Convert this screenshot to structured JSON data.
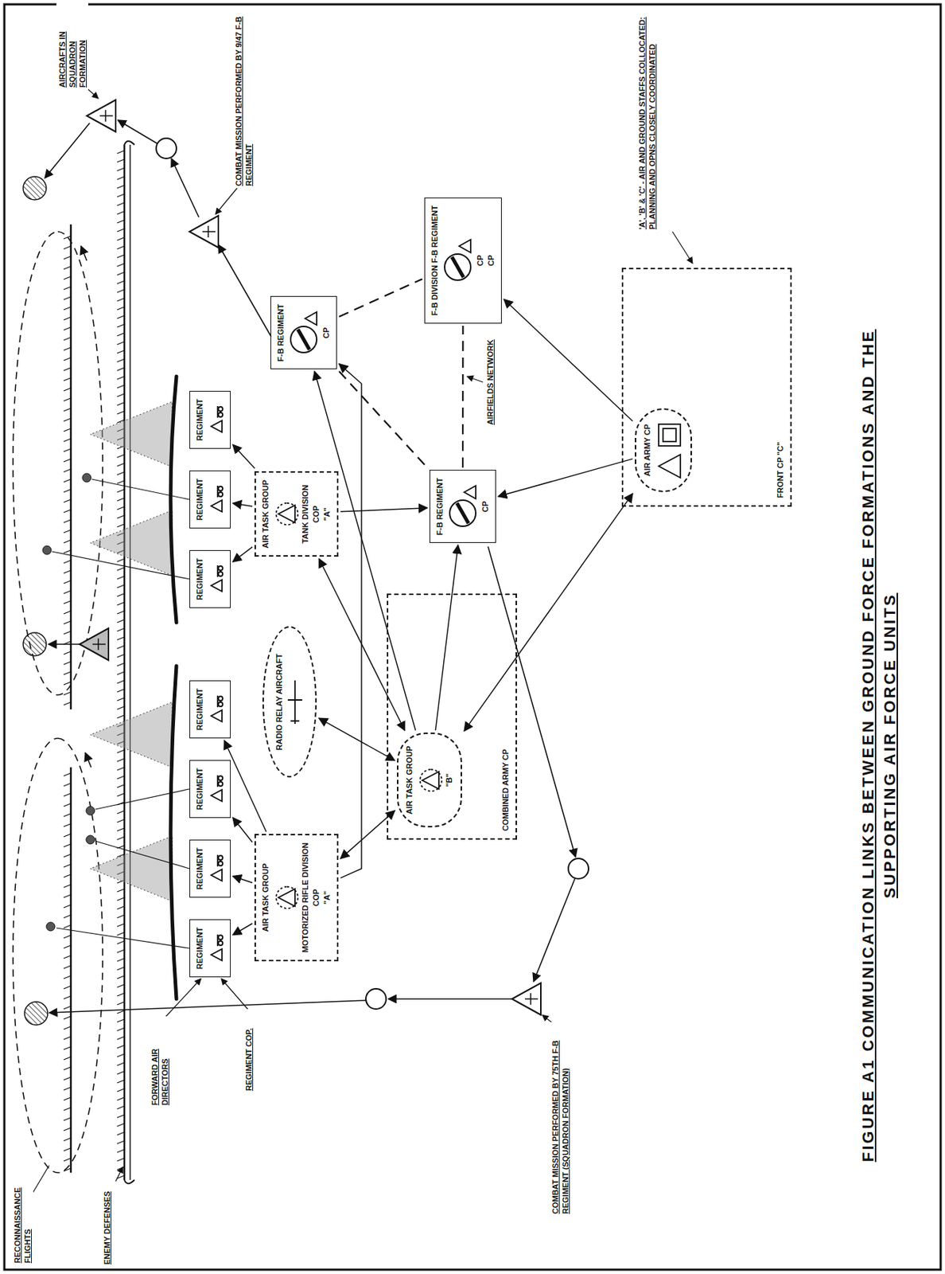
{
  "diagram": {
    "title": "FIGURE A1 COMMUNICATION LINKS BETWEEN GROUND FORCE FORMATIONS AND THE SUPPORTING AIR FORCE UNITS",
    "nodes": [
      {
        "text": [
          "FRONT CP \"C\""
        ]
      },
      {
        "text": [
          "AIR ARMY CP"
        ],
        "in": 0
      },
      {
        "text": [
          "COMBINED ARMY CP"
        ]
      },
      {
        "text": [
          "AIR TASK GROUP",
          "\"B\""
        ],
        "in": 2
      },
      {
        "text": [
          "AIR TASK GROUP",
          "MOTORIZED RIFLE DIVISION",
          "COP",
          "\"A\""
        ]
      },
      {
        "text": [
          "AIR TASK GROUP",
          "TANK DIVISION",
          "COP",
          "\"A\""
        ]
      },
      {
        "text": [
          "REGIMENT"
        ]
      },
      {
        "text": [
          "REGIMENT"
        ]
      },
      {
        "text": [
          "REGIMENT"
        ]
      },
      {
        "text": [
          "REGIMENT"
        ]
      },
      {
        "text": [
          "REGIMENT"
        ]
      },
      {
        "text": [
          "REGIMENT"
        ]
      },
      {
        "text": [
          "REGIMENT"
        ]
      },
      {
        "text": [
          "RADIO RELAY AIRCRAFT"
        ]
      },
      {
        "text": [
          "F-B REGIMENT",
          "CP"
        ]
      },
      {
        "text": [
          "F-B REGIMENT",
          "CP"
        ]
      },
      {
        "text": [
          "F-B DIVISION F-B REGIMENT",
          "CP",
          "CP"
        ]
      }
    ],
    "edges": [
      {
        "from": 4,
        "to": 6,
        "arrow": "to"
      },
      {
        "from": 4,
        "to": 7,
        "arrow": "to"
      },
      {
        "from": 4,
        "to": 8,
        "arrow": "to"
      },
      {
        "from": 4,
        "to": 9,
        "arrow": "to"
      },
      {
        "from": 5,
        "to": 10,
        "arrow": "to"
      },
      {
        "from": 5,
        "to": 11,
        "arrow": "to"
      },
      {
        "from": 5,
        "to": 12,
        "arrow": "to"
      },
      {
        "from": 3,
        "to": 4,
        "arrow": "both"
      },
      {
        "from": 3,
        "to": 5,
        "arrow": "both"
      },
      {
        "from": 1,
        "to": 3,
        "arrow": "both"
      },
      {
        "from": 1,
        "to": 16,
        "arrow": "to"
      },
      {
        "from": 1,
        "to": 15,
        "arrow": "to"
      },
      {
        "from": 3,
        "to": 14,
        "arrow": "to"
      },
      {
        "from": 3,
        "to": 15,
        "arrow": "to"
      },
      {
        "from": 4,
        "to": 14,
        "arrow": "to"
      },
      {
        "from": 5,
        "to": 15,
        "arrow": "to"
      },
      {
        "from": 13,
        "to": 3,
        "arrow": "both"
      },
      {
        "from": 14,
        "to": 16,
        "arrow": "none"
      },
      {
        "from": 14,
        "to": 15,
        "arrow": "none"
      },
      {
        "from": 15,
        "to": 16,
        "arrow": "none"
      }
    ],
    "labels": [
      "RECONNAISSANCE FLIGHTS",
      "ENEMY DEFENSES",
      "FORWARD AIR DIRECTORS",
      "REGIMENT COP.",
      "AIRCRAFTS IN SQUADRON FORMATION",
      "COMBAT MISSION PERFORMED BY 9/47 F-B REGIMENT",
      "COMBAT MISSION PERFORMED BY 75TH F-B REGIMENT (SQUADRON FORMATION)",
      "AIRFIELDS NETWORK",
      "'A', 'B' & 'C' - AIR AND GROUND STAFFS COLLOCATED: PLANNING AND OPNS CLOSELY COORDINATED"
    ]
  }
}
